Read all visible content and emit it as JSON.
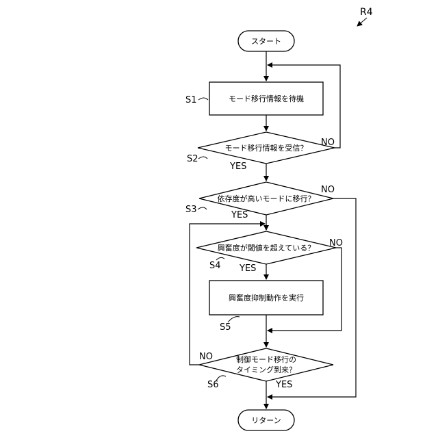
{
  "figure_ref": "R4",
  "nodes": {
    "start": "スタート",
    "s1": "モード移行情報を待機",
    "d2": "モード移行情報を受信？",
    "d3": "依存度が高いモードに移行？",
    "d4": "興奮度が閾値を超えている？",
    "s5": "興奮度抑制動作を実行",
    "d6_line1": "制御モード移行の",
    "d6_line2": "タイミング到来？",
    "end": "リターン"
  },
  "step_labels": {
    "s1": "S1",
    "s2": "S2",
    "s3": "S3",
    "s4": "S4",
    "s5": "S5",
    "s6": "S6"
  },
  "branch_labels": {
    "d2_yes": "YES",
    "d2_no": "NO",
    "d3_yes": "YES",
    "d3_no": "NO",
    "d4_yes": "YES",
    "d4_no": "NO",
    "d6_yes": "YES",
    "d6_no": "NO"
  }
}
